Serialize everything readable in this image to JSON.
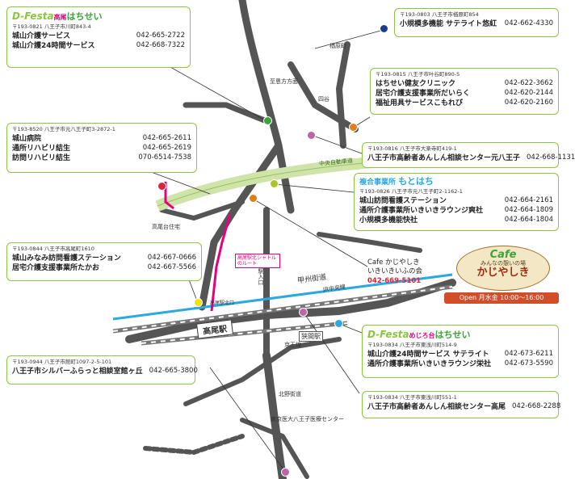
{
  "colors": {
    "green": "#8cc63f",
    "orange": "#e07f16",
    "purple": "#c063a9",
    "navy": "#1a3d8f",
    "red": "#d7263d",
    "blue": "#2ba9e0",
    "lime": "#a6c629",
    "yellow": "#f1e400",
    "pink": "#e4007f"
  },
  "box_dfesta_takao": {
    "brand": "D-Festa",
    "brand_place": "高尾",
    "brand_name": "はちせい",
    "addr": "〒193-0821 八王子市川町843-4",
    "rows": [
      {
        "name": "城山介護サービス",
        "tel": "042-665-2722"
      },
      {
        "name": "城山介護24時間サービス",
        "tel": "042-668-7322"
      }
    ]
  },
  "box_shiroyama": {
    "addr": "〒193-8520 八王子市元八王子町3-2872-1",
    "rows": [
      {
        "name": "城山病院",
        "tel": "042-665-2611"
      },
      {
        "name": "通所リハビリ結生",
        "tel": "042-665-2619"
      },
      {
        "name": "訪問リハビリ結生",
        "tel": "070-6514-7538"
      }
    ]
  },
  "box_satorai": {
    "addr": "〒193-0803 八王子市楢原町854",
    "rows": [
      {
        "name": "小規模多機能 サテライト悠紅",
        "tel": "042-662-4330"
      }
    ]
  },
  "box_hachisei_clinic": {
    "addr": "〒193-0815 八王子市叶谷町890-5",
    "rows": [
      {
        "name": "はちせい健友クリニック",
        "tel": "042-622-3662"
      },
      {
        "name": "居宅介護支援事業所だいらく",
        "tel": "042-620-2144"
      },
      {
        "name": "福祉用具サービスこもれび",
        "tel": "042-620-2160"
      }
    ]
  },
  "box_motohachi": {
    "addr": "〒193-0816 八王子市大楽寺町419-1",
    "rows": [
      {
        "name": "八王子市高齢者あんしん相談センター元八王子",
        "tel": "042-668-1131"
      }
    ]
  },
  "box_motohachi2": {
    "title": "複合事業所",
    "title_name": "もとはち",
    "addr": "〒193-0826 八王子市元八王子町2-1162-1",
    "rows": [
      {
        "name": "城山訪問看護ステーション",
        "tel": "042-664-2161"
      },
      {
        "name": "通所介護事業所いきいきラウンジ爽社",
        "tel": "042-664-1809"
      },
      {
        "name": "小規模多機能快社",
        "tel": "042-664-1804"
      }
    ]
  },
  "box_shiroyama_minami": {
    "addr": "〒193-0844 八王子市高尾町1610",
    "rows": [
      {
        "name": "城山みなみ訪問看護ステーション",
        "tel": "042-667-0666"
      },
      {
        "name": "居宅介護支援事業所たかお",
        "tel": "042-667-5566"
      }
    ]
  },
  "cafe": {
    "title": "Cafe",
    "sub": "みんなの憩いの場",
    "name": "かじやしき",
    "open": "Open 月水金 10:00～16:00"
  },
  "cafe_label": {
    "line1": "Cafe かじやしき",
    "line2": "いきいきいふの会",
    "tel": "042-669-5101"
  },
  "box_dfesta_mejiro": {
    "brand": "D-Festa",
    "brand_place": "めじろ台",
    "brand_name": "はちせい",
    "addr": "〒193-0834 八王子市東浅川町514-9",
    "rows": [
      {
        "name": "城山介護24時間サービス サテライト",
        "tel": "042-673-6211"
      },
      {
        "name": "通所介護事業所いきいきラウンジ栄社",
        "tel": "042-673-5590"
      }
    ]
  },
  "box_silver": {
    "addr": "〒193-0944 八王子市館町1097-2-5-101",
    "rows": [
      {
        "name": "八王子市シルバーふらっと相談室館ヶ丘",
        "tel": "042-665-3800"
      }
    ]
  },
  "box_takao_center": {
    "addr": "〒193-0834 八王子市東浅川町551-1",
    "rows": [
      {
        "name": "八王子市高齢者あんしん相談センター高尾",
        "tel": "042-668-2288"
      }
    ]
  },
  "labels": {
    "narahara": "楢原町",
    "shiokata": "至恩方方面",
    "yotsuya": "四谷",
    "expressway": "中央自動車道",
    "takaodai": "高尾台住宅",
    "shuttle": "高尾駅北シャトルのルート",
    "koshu": "甲州街道",
    "jr": "JR中央線",
    "takao_st": "高尾駅",
    "hazama_st": "狭間駅",
    "keio": "京王線",
    "kitano": "北野街道",
    "tokyo_med": "東京医大八王子医療センター",
    "ekimae": "高尾駅北口",
    "route": "高尾駅入口"
  }
}
